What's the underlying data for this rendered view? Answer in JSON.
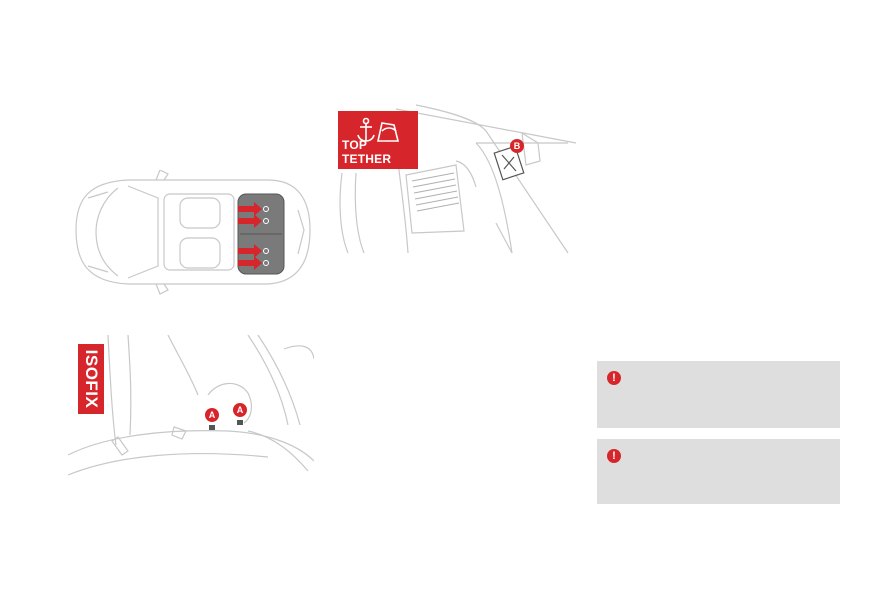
{
  "figures": {
    "top_tether": {
      "badge_label": "TOP TETHER",
      "marker_label": "B",
      "icon": "anchor-child-seat-icon"
    },
    "isofix": {
      "badge_label": "ISOFIX",
      "marker_labels": [
        "A",
        "A"
      ]
    },
    "car_top_view": {
      "icon": "car-top-view-arrows"
    }
  },
  "warnings": [
    {
      "icon": "warning-icon",
      "text": ""
    },
    {
      "icon": "warning-icon",
      "text": ""
    }
  ],
  "colors": {
    "brand_red": "#d7262b",
    "warning_box": "#dedede",
    "line": "#c8c8c8"
  }
}
